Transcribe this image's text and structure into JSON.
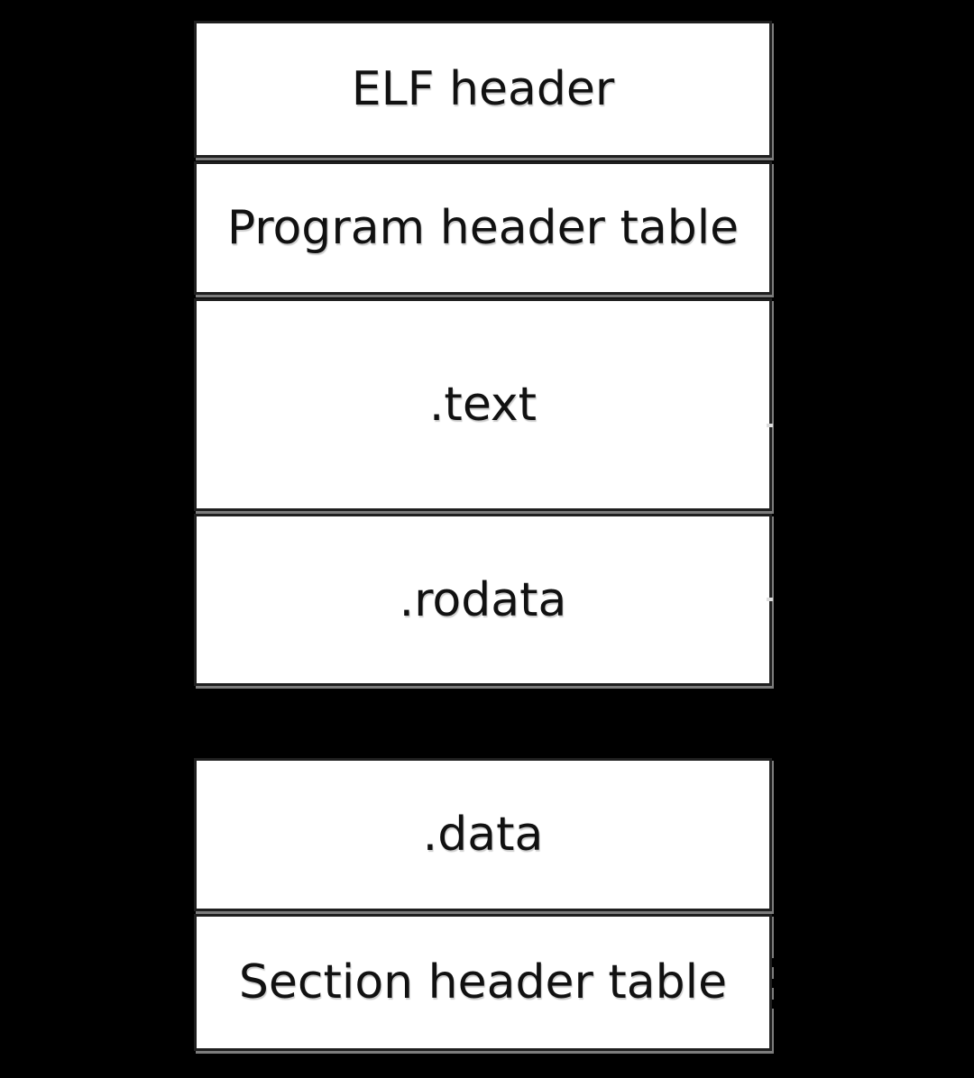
{
  "diagram": {
    "type": "elf-file-layout",
    "background_color": "#000000",
    "box_style": {
      "fill": "#ffffff",
      "border_color": "#1f1f1f",
      "shadow_color": "#7c7c7c",
      "text_color": "#111111"
    },
    "segments": [
      {
        "name": "elf-header",
        "label": "ELF header"
      },
      {
        "name": "program-header-table",
        "label": "Program header table"
      },
      {
        "name": "text-section",
        "label": ".text"
      },
      {
        "name": "rodata-section",
        "label": ".rodata"
      },
      {
        "name": "data-section",
        "label": ".data"
      },
      {
        "name": "section-header-table",
        "label": "Section header table"
      }
    ]
  }
}
